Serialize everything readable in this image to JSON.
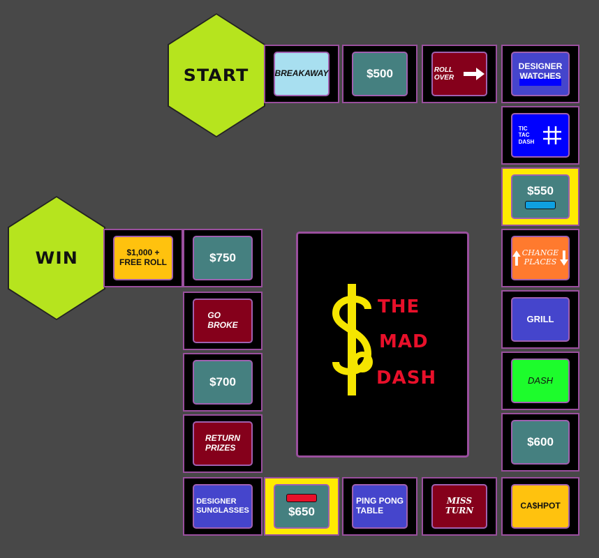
{
  "board": {
    "start_label": "START",
    "win_label": "WIN",
    "logo": {
      "line1": "THE",
      "line2": "MAD",
      "line3": "DASH"
    },
    "spaces": {
      "breakaway": "BREAKAWAY",
      "s500": "$500",
      "roll_over": "ROLL\nOVER",
      "designer_watches": "DESIGNER\nWATCHES",
      "tic_tac_dash": "TIC\nTAC\nDASH",
      "s550": "$550",
      "change_places": "CHANGE\nPLACES",
      "grill": "GRILL",
      "dash": "DASH",
      "s600": "$600",
      "cashpot": "CA$HPOT",
      "miss_turn": "MISS\nTURN",
      "ping_pong": "PING PONG\nTABLE",
      "s650": "$650",
      "designer_sunglasses": "DESIGNER\nSUNGLASSES",
      "return_prizes": "RETURN\nPRIZES",
      "s700": "$700",
      "go_broke": "GO\nBROKE",
      "s750": "$750",
      "free_roll": "$1,000 +\nFREE ROLL"
    },
    "tokens": [
      {
        "name": "blue-player",
        "color": "#0fa0e0",
        "space": "$550"
      },
      {
        "name": "red-player",
        "color": "#e8102a",
        "space": "$650"
      }
    ],
    "colors": {
      "background": "#484848",
      "hex": "#b6e41e",
      "highlight": "#ffeb00",
      "teal": "#458080",
      "maroon": "#85001b",
      "blue": "#4545cc",
      "logo_yellow": "#f5e500",
      "logo_red": "#e8102a"
    }
  }
}
